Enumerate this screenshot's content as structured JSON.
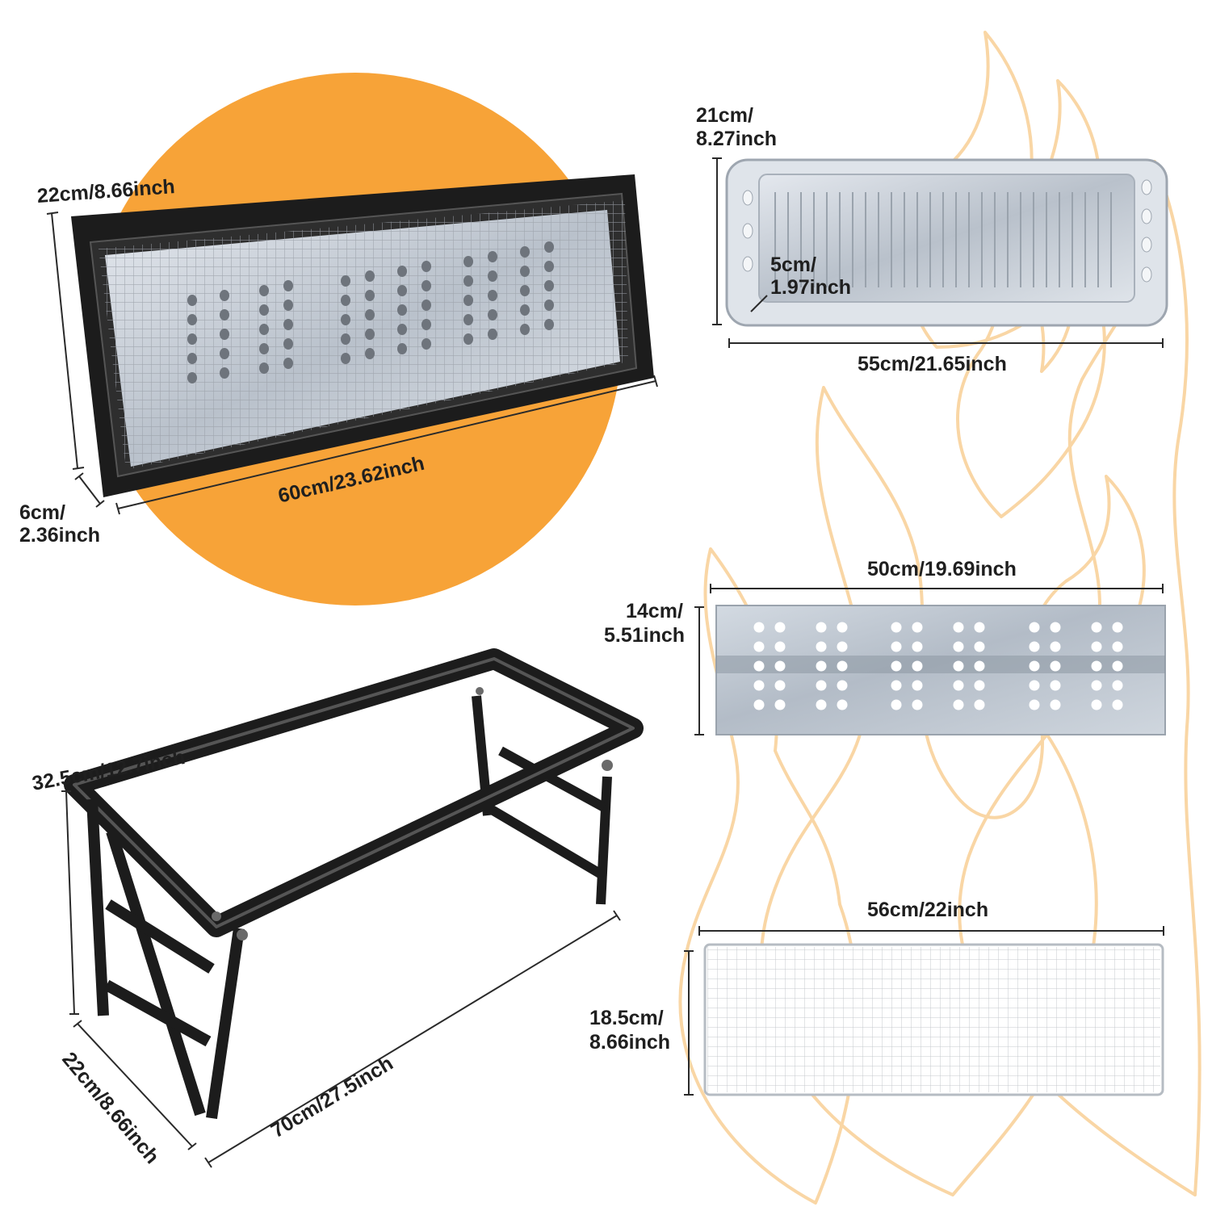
{
  "colors": {
    "accent_circle": "#F7A338",
    "flame_outline": "#F9D6A5",
    "frame_black": "#1c1c1c",
    "steel": "#c9d0d8",
    "text": "#1f1f1f"
  },
  "grill_top": {
    "height_label": "22cm/8.66inch",
    "length_label": "60cm/23.62inch",
    "depth_line1": "6cm/",
    "depth_line2": "2.36inch"
  },
  "charcoal_tray": {
    "width_line1": "21cm/",
    "width_line2": "8.27inch",
    "depth_line1": "5cm/",
    "depth_line2": "1.97inch",
    "length_label": "55cm/21.65inch"
  },
  "stand": {
    "height_label": "32.5cm/12.7inch",
    "width_label": "22cm/8.66inch",
    "length_label": "70cm/27.5inch"
  },
  "vent_plate": {
    "length_label": "50cm/19.69inch",
    "width_line1": "14cm/",
    "width_line2": "5.51inch"
  },
  "mesh_grid": {
    "length_label": "56cm/22inch",
    "width_line1": "18.5cm/",
    "width_line2": "8.66inch"
  }
}
